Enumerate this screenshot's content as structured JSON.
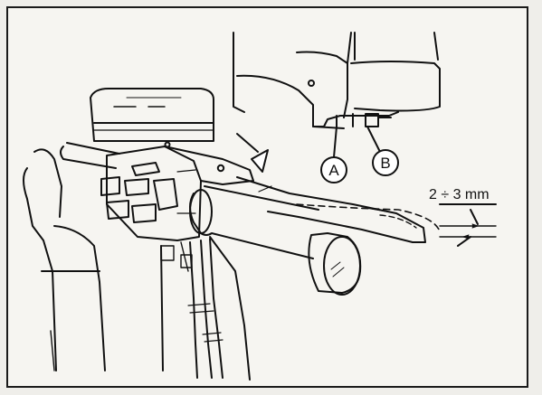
{
  "labels": {
    "callout_a": "A",
    "callout_b": "B",
    "dimension": "2 ÷ 3 mm"
  },
  "colors": {
    "ink": "#111111",
    "paper": "#f6f5f1",
    "shade": "#c9c9c6"
  }
}
